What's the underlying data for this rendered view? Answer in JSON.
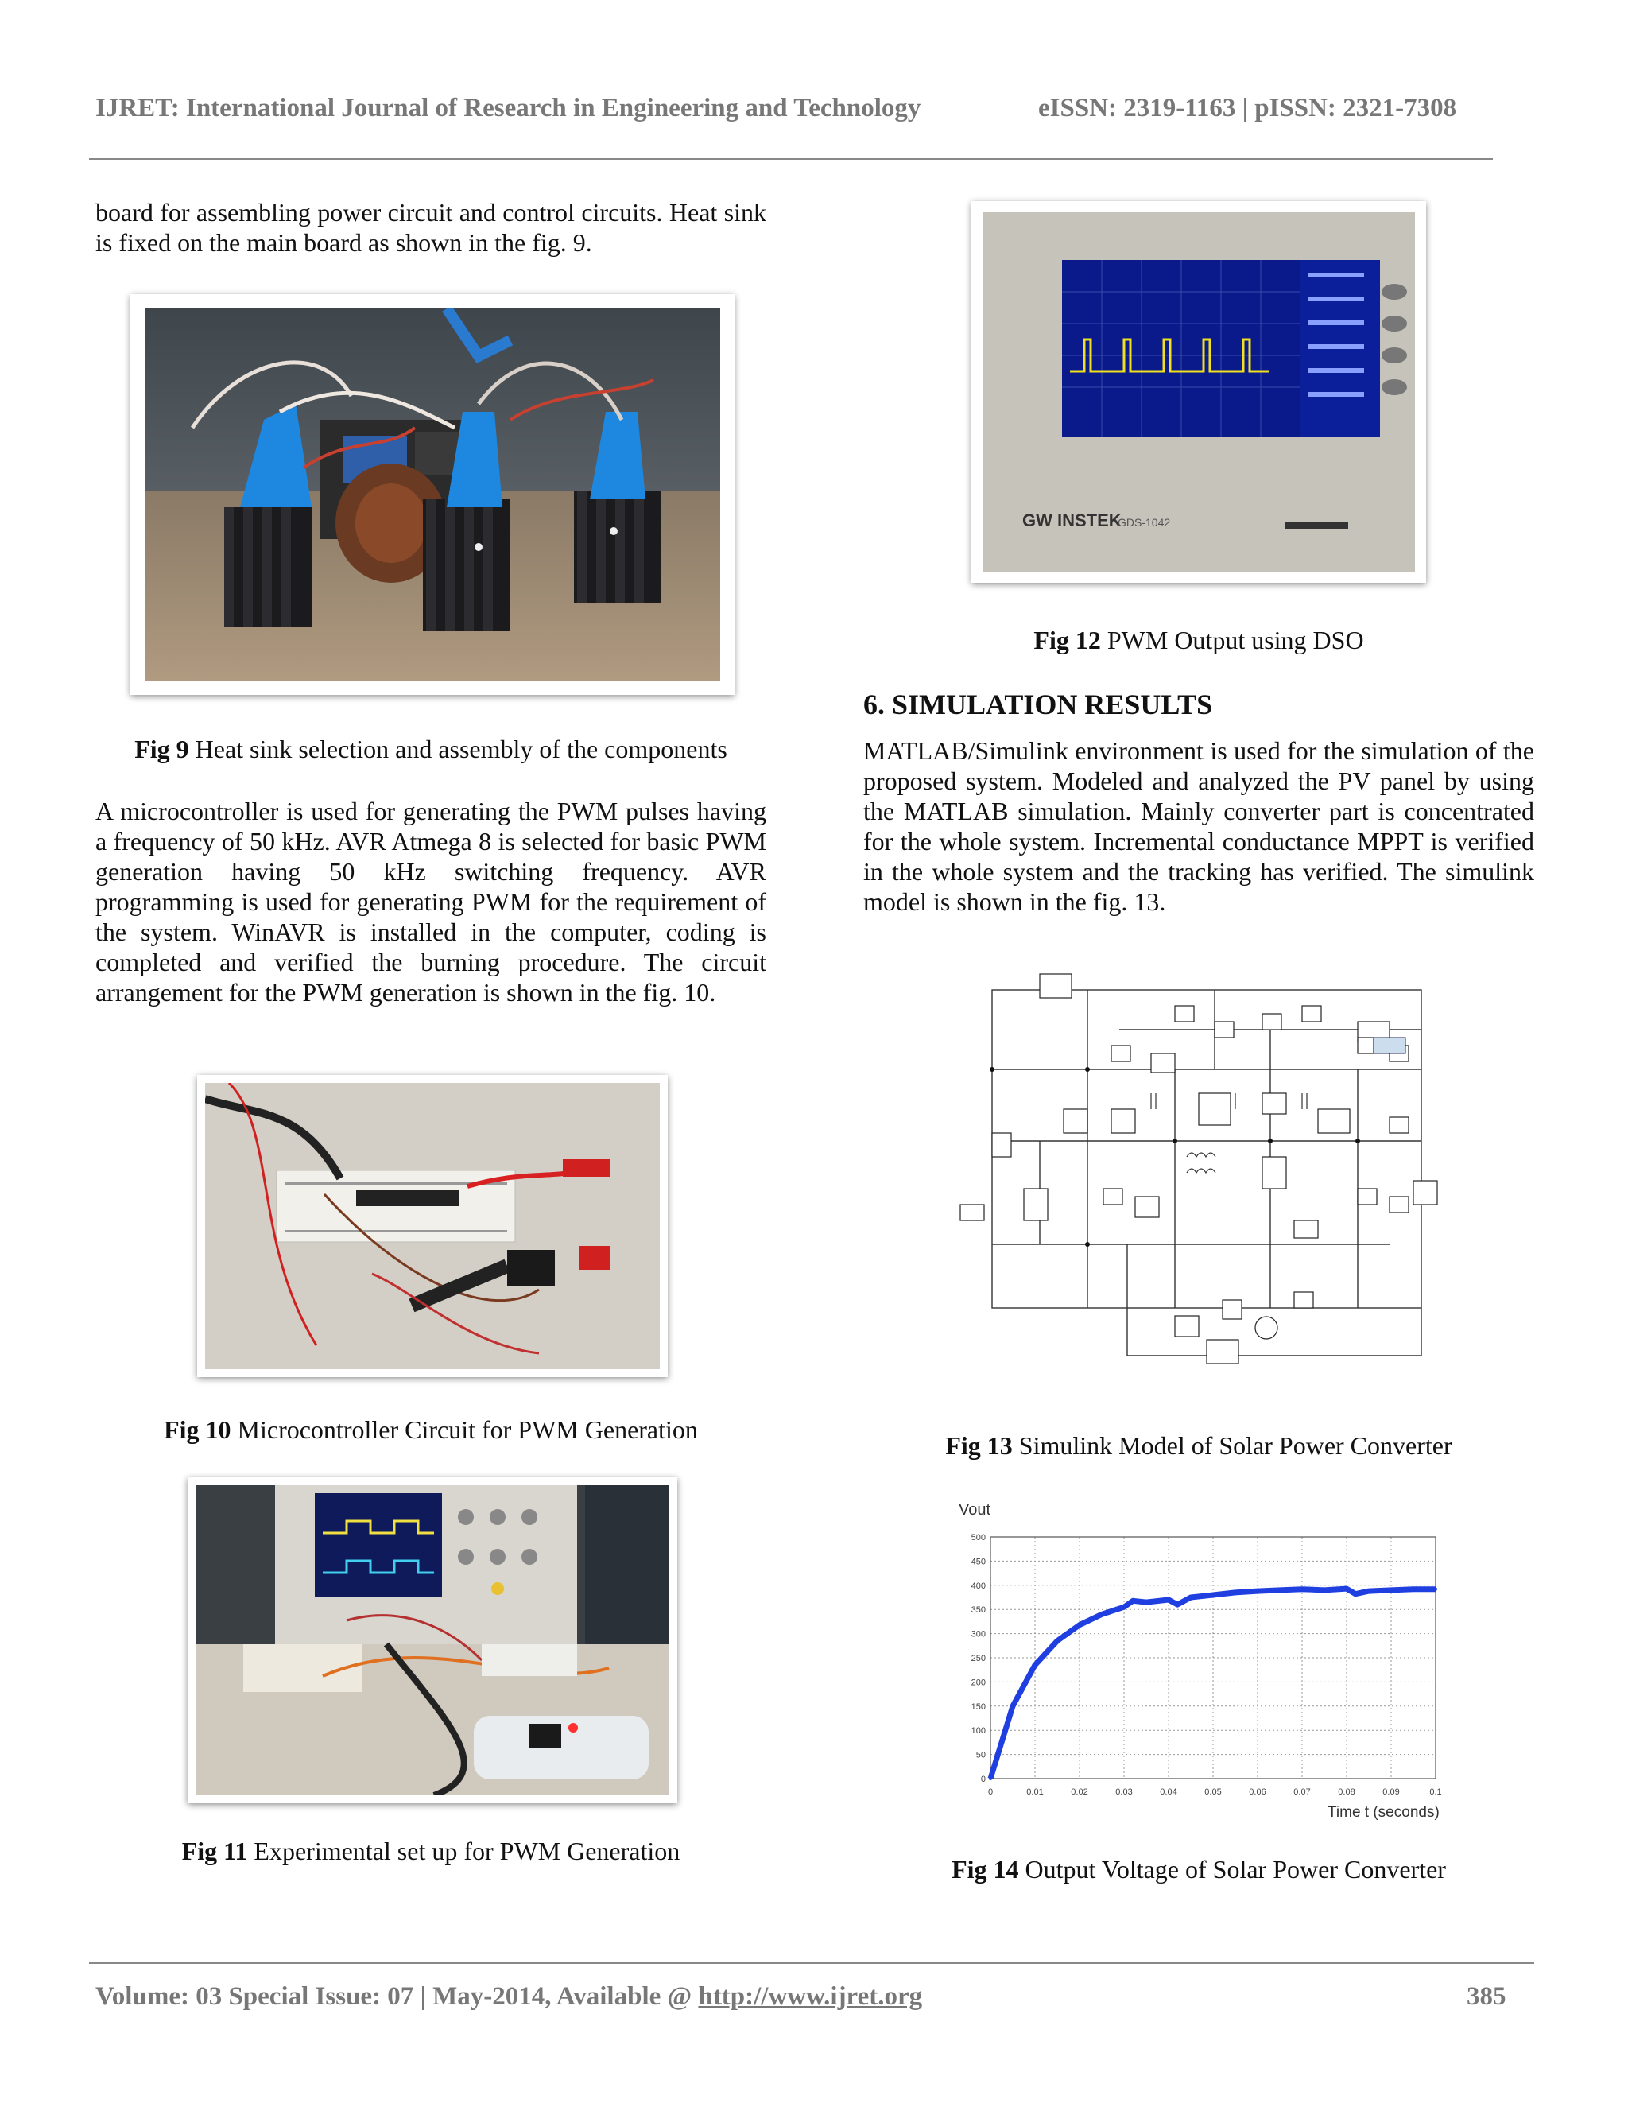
{
  "header": {
    "journal": "IJRET: International Journal of Research in Engineering and Technology",
    "issn": "eISSN: 2319-1163 | pISSN: 2321-7308"
  },
  "left_column": {
    "para1": "board for assembling power circuit and control circuits. Heat sink is fixed on the main board as shown in the fig. 9.",
    "fig9": {
      "label": "Fig 9",
      "text": " Heat sink selection and assembly of the components"
    },
    "para2": "A microcontroller is used for generating the PWM pulses having a frequency of 50 kHz.  AVR Atmega 8 is selected for basic PWM generation having 50 kHz switching frequency. AVR programming is used for generating PWM for the requirement of the system. WinAVR is installed in the computer, coding is completed and verified the burning procedure. The circuit arrangement for the PWM generation is shown in the fig. 10.",
    "fig10": {
      "label": "Fig 10",
      "text": " Microcontroller Circuit for PWM Generation"
    },
    "fig11": {
      "label": "Fig 11",
      "text": " Experimental set up for PWM Generation"
    }
  },
  "right_column": {
    "fig12": {
      "label": "Fig 12",
      "text": " PWM Output using DSO"
    },
    "dso": {
      "brand": "GW INSTEK",
      "model": "GDS-1042"
    },
    "section_title": "6. SIMULATION RESULTS",
    "para3": "MATLAB/Simulink environment is used for the simulation of the proposed system. Modeled and analyzed the PV panel by using the MATLAB simulation. Mainly converter part is concentrated for the whole system. Incremental conductance MPPT is verified in the whole system and the tracking has verified.  The simulink model is shown in the fig. 13.",
    "fig13": {
      "label": "Fig 13",
      "text": " Simulink Model of Solar Power Converter"
    },
    "fig14": {
      "label": "Fig 14",
      "text": " Output Voltage of Solar Power Converter"
    }
  },
  "footer": {
    "text": "Volume: 03 Special Issue: 07 | May-2014, Available @ ",
    "link": "http://www.ijret.org",
    "page": "385"
  },
  "chart_data": {
    "type": "line",
    "ylabel": "Vout",
    "xlabel": "Time t (seconds)",
    "xlim": [
      0,
      0.1
    ],
    "ylim": [
      0,
      500
    ],
    "x_ticks": [
      "0",
      "0.01",
      "0.02",
      "0.03",
      "0.04",
      "0.05",
      "0.06",
      "0.07",
      "0.08",
      "0.09",
      "0.1"
    ],
    "y_ticks": [
      "0",
      "50",
      "100",
      "150",
      "200",
      "250",
      "300",
      "350",
      "400",
      "450",
      "500"
    ],
    "grid": true,
    "line_color": "#1f3fe0",
    "series": [
      {
        "x": [
          0,
          0.005,
          0.01,
          0.015,
          0.02,
          0.025,
          0.03,
          0.032,
          0.035,
          0.04,
          0.042,
          0.045,
          0.05,
          0.055,
          0.06,
          0.065,
          0.07,
          0.075,
          0.08,
          0.082,
          0.085,
          0.09,
          0.095,
          0.1
        ],
        "y": [
          0,
          150,
          235,
          285,
          318,
          340,
          355,
          368,
          365,
          370,
          360,
          375,
          380,
          385,
          388,
          390,
          392,
          390,
          393,
          382,
          388,
          390,
          392,
          392
        ]
      }
    ]
  }
}
